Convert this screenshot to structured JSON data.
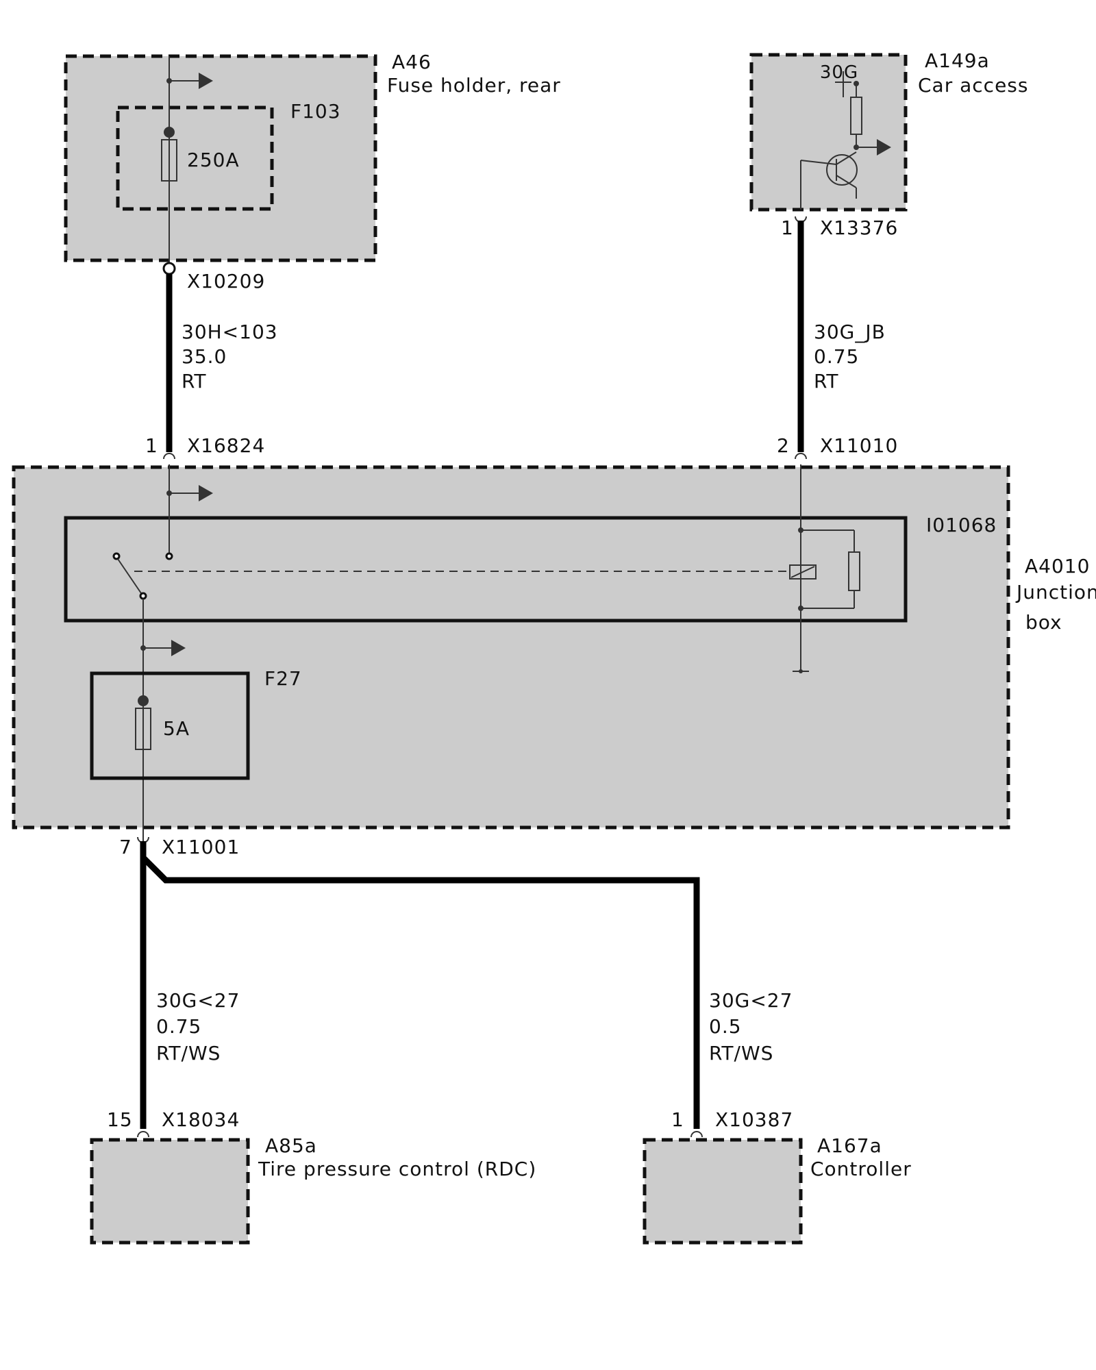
{
  "modules": {
    "a46": {
      "id": "A46",
      "name": "Fuse holder, rear"
    },
    "f103": {
      "id": "F103",
      "rating": "250A"
    },
    "a149a": {
      "id": "A149a",
      "name": "Car access",
      "terminal": "30G"
    },
    "a4010": {
      "id": "A4010",
      "name_line1": "Junction",
      "name_line2": "box"
    },
    "i01068": {
      "id": "I01068"
    },
    "f27": {
      "id": "F27",
      "rating": "5A"
    },
    "a85a": {
      "id": "A85a",
      "name": "Tire pressure control (RDC)"
    },
    "a167a": {
      "id": "A167a",
      "name": "Controller"
    }
  },
  "connectors": {
    "x10209": {
      "id": "X10209"
    },
    "x13376": {
      "id": "X13376",
      "pin": "1"
    },
    "x16824": {
      "id": "X16824",
      "pin": "1"
    },
    "x11010": {
      "id": "X11010",
      "pin": "2"
    },
    "x11001": {
      "id": "X11001",
      "pin": "7"
    },
    "x18034": {
      "id": "X18034",
      "pin": "15"
    },
    "x10387": {
      "id": "X10387",
      "pin": "1"
    }
  },
  "wires": {
    "w1": {
      "signal": "30H<103",
      "size": "35.0",
      "color": "RT"
    },
    "w2": {
      "signal": "30G_JB",
      "size": "0.75",
      "color": "RT"
    },
    "w3": {
      "signal": "30G<27",
      "size": "0.75",
      "color": "RT/WS"
    },
    "w4": {
      "signal": "30G<27",
      "size": "0.5",
      "color": "RT/WS"
    }
  }
}
